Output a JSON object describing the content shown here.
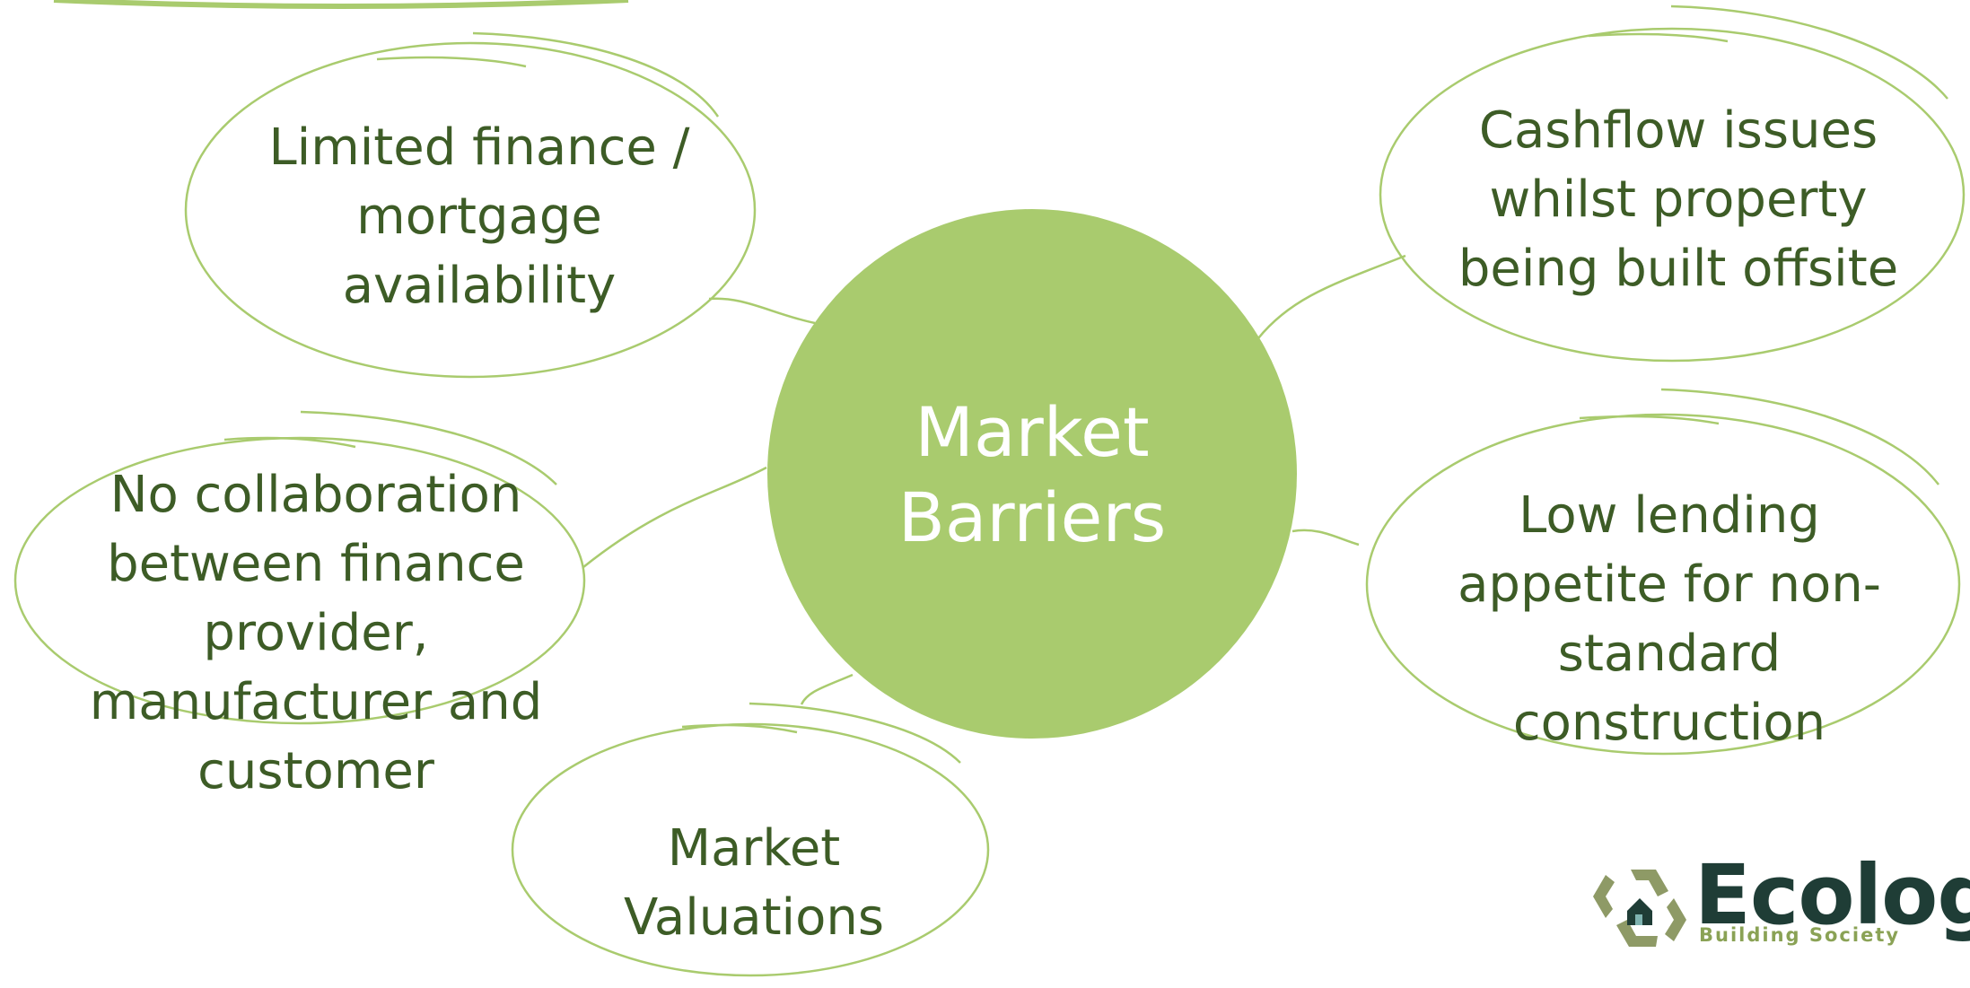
{
  "diagram": {
    "center": {
      "label": "Market\nBarriers"
    },
    "bubbles": [
      {
        "id": "limited-finance",
        "label": "Limited finance /\nmortgage\navailability"
      },
      {
        "id": "cashflow",
        "label": "Cashflow issues\nwhilst property\nbeing built offsite"
      },
      {
        "id": "no-collaboration",
        "label": "No collaboration\nbetween finance\nprovider,\nmanufacturer and\ncustomer"
      },
      {
        "id": "low-lending",
        "label": "Low lending\nappetite for non-\nstandard\nconstruction"
      },
      {
        "id": "market-valuations",
        "label": "Market\nValuations"
      }
    ]
  },
  "logo": {
    "name": "Ecology",
    "tagline": "Building Society"
  },
  "colors": {
    "accent": "#a9cb6e",
    "outline": "#a9cb6e",
    "text": "#3d5c26",
    "logo_text": "#1f3d36",
    "logo_icon": "#8e9a66"
  }
}
